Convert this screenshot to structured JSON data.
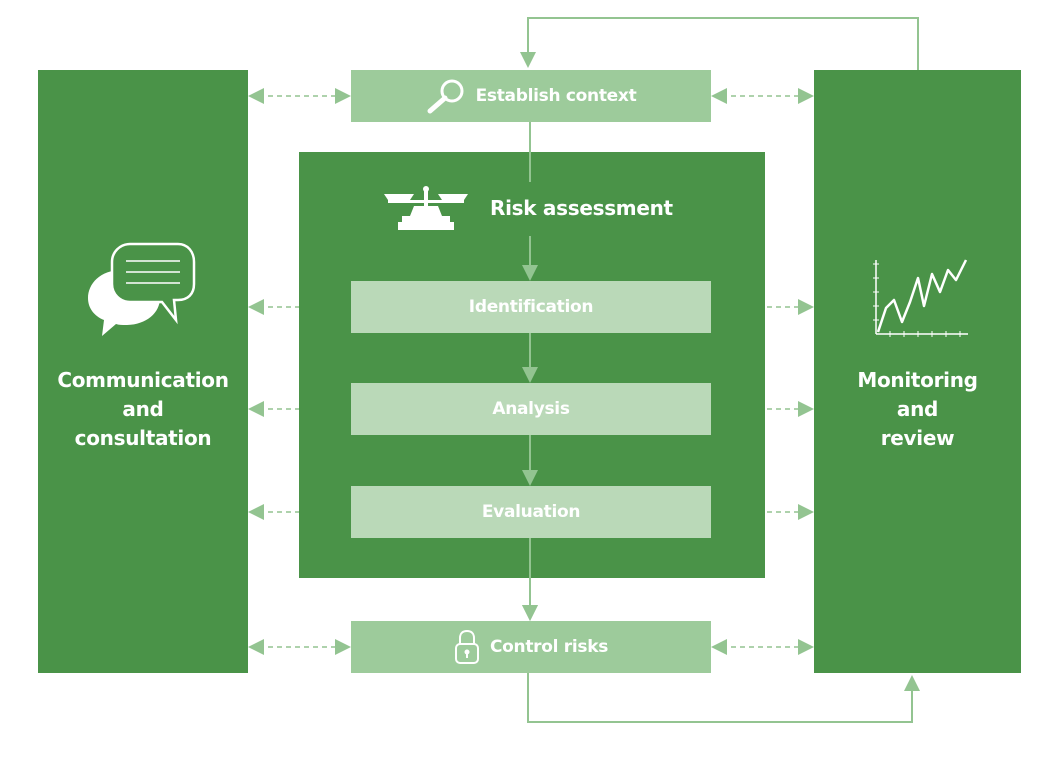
{
  "left_panel": {
    "title_lines": [
      "Communication",
      "and",
      "consultation"
    ]
  },
  "right_panel": {
    "title_lines": [
      "Monitoring",
      "and",
      "review"
    ]
  },
  "risk_assessment": {
    "title": "Risk assessment"
  },
  "steps": {
    "establish_context": "Establish context",
    "identification": "Identification",
    "analysis": "Analysis",
    "evaluation": "Evaluation",
    "control_risks": "Control risks"
  },
  "icons": {
    "context": "magnifier-icon",
    "risk": "balance-scale-icon",
    "communication": "speech-bubbles-icon",
    "monitoring": "line-chart-icon",
    "control": "padlock-icon"
  },
  "colors": {
    "dark_green": "#4a9348",
    "outer_box": "#9dcb9b",
    "inner_box": "#bad9b8",
    "connector": "#93c491"
  }
}
